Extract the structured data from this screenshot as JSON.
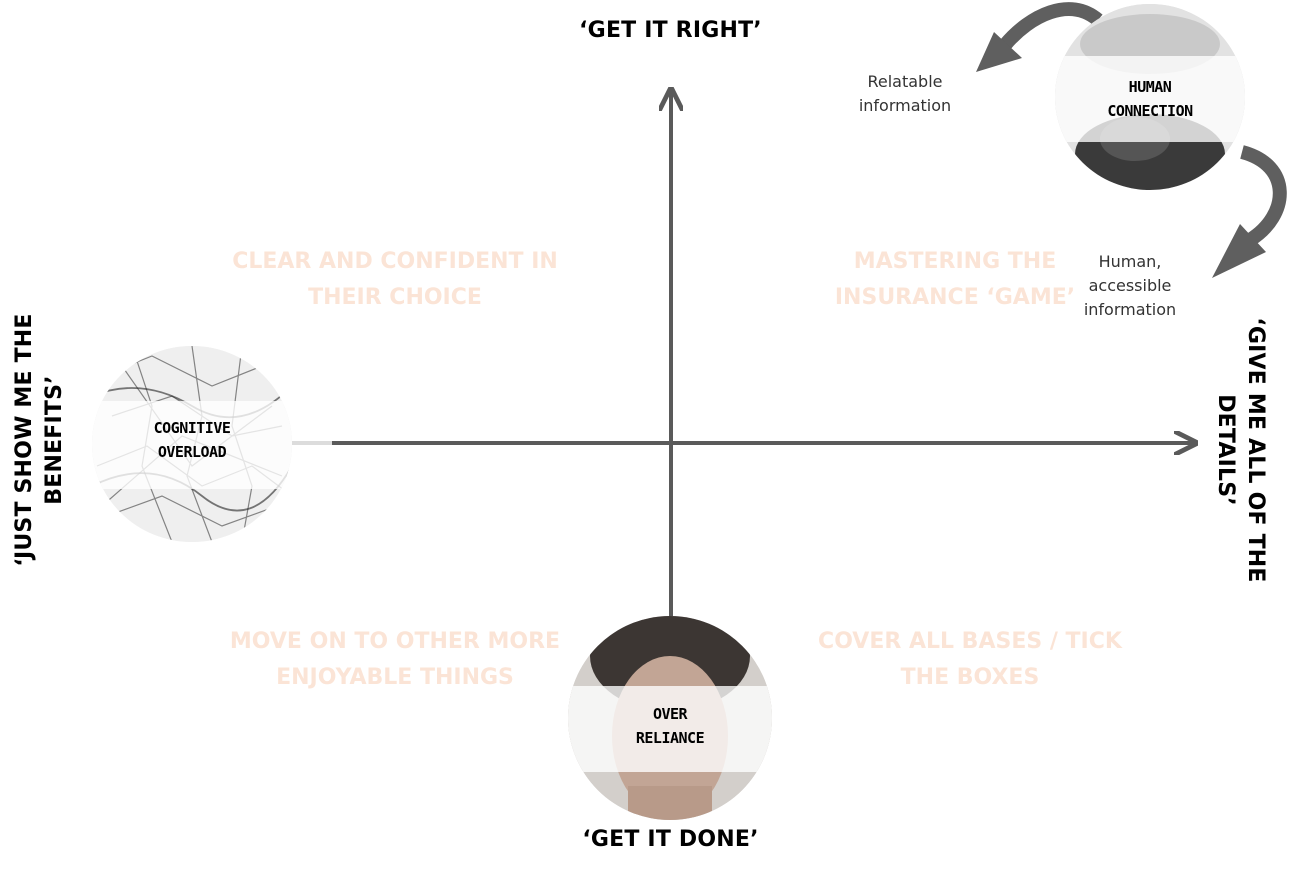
{
  "axes": {
    "top": "‘GET IT RIGHT’",
    "bottom": "‘GET IT DONE’",
    "left_line1": "‘JUST SHOW ME THE",
    "left_line2": "BENEFITS’",
    "right_line1": "‘GIVE ME ALL OF THE",
    "right_line2": "DETAILS’"
  },
  "quadrants": {
    "top_left": [
      "CLEAR AND CONFIDENT IN",
      "THEIR CHOICE"
    ],
    "top_right": [
      "MASTERING THE",
      "INSURANCE ‘GAME’"
    ],
    "bottom_left": [
      "MOVE ON TO OTHER MORE",
      "ENJOYABLE THINGS"
    ],
    "bottom_right": [
      "COVER ALL BASES / TICK",
      "THE BOXES"
    ]
  },
  "circles": {
    "cognitive": [
      "COGNITIVE",
      "OVERLOAD"
    ],
    "over_reliance": [
      "OVER",
      "RELIANCE"
    ],
    "human": [
      "HUMAN",
      "CONNECTION"
    ]
  },
  "annotations": {
    "relatable": [
      "Relatable",
      "information"
    ],
    "human_accessible": [
      "Human,",
      "accessible",
      "information"
    ]
  },
  "colors": {
    "axis": "#5a5a5a",
    "quadrant_text": "#fbe4d6",
    "arrow": "#5f5f5f"
  }
}
